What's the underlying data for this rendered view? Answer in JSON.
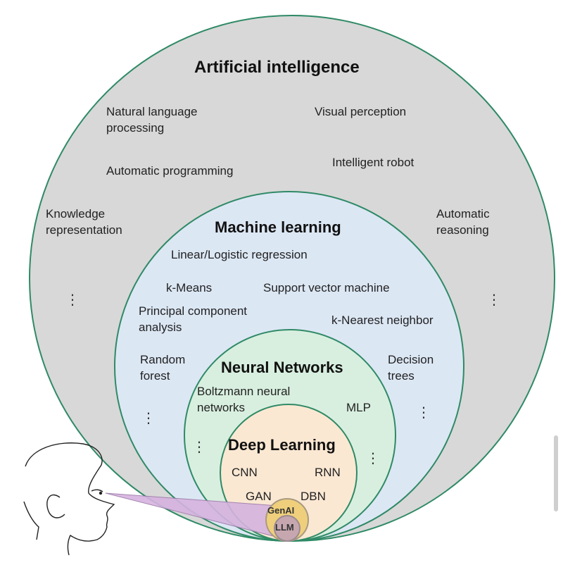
{
  "colors": {
    "ai": "#d8d8d8",
    "ml": "#dce7f4",
    "nn": "#d8efdf",
    "dl": "#fbe8d3",
    "genai": "#efcf7c",
    "llm": "#c6a7b0",
    "stroke": "#2f8a66",
    "beam": "#d6b3df"
  },
  "ai": {
    "title": "Artificial intelligence",
    "items": [
      "Natural language\nprocessing",
      "Visual perception",
      "Automatic programming",
      "Intelligent robot",
      "Knowledge\nrepresentation",
      "Automatic\nreasoning"
    ],
    "more": "⋮"
  },
  "ml": {
    "title": "Machine learning",
    "items": [
      "Linear/Logistic regression",
      "k-Means",
      "Support vector machine",
      "Principal component\nanalysis",
      "k-Nearest neighbor",
      "Random\nforest",
      "Decision\ntrees"
    ],
    "more": "⋮"
  },
  "nn": {
    "title": "Neural Networks",
    "items": [
      "Boltzmann neural\nnetworks",
      "MLP"
    ],
    "more": "⋮"
  },
  "dl": {
    "title": "Deep Learning",
    "items": [
      "CNN",
      "RNN",
      "GAN",
      "DBN"
    ],
    "more": "⋮"
  },
  "genai": {
    "title": "GenAI"
  },
  "llm": {
    "title": "LLM"
  }
}
